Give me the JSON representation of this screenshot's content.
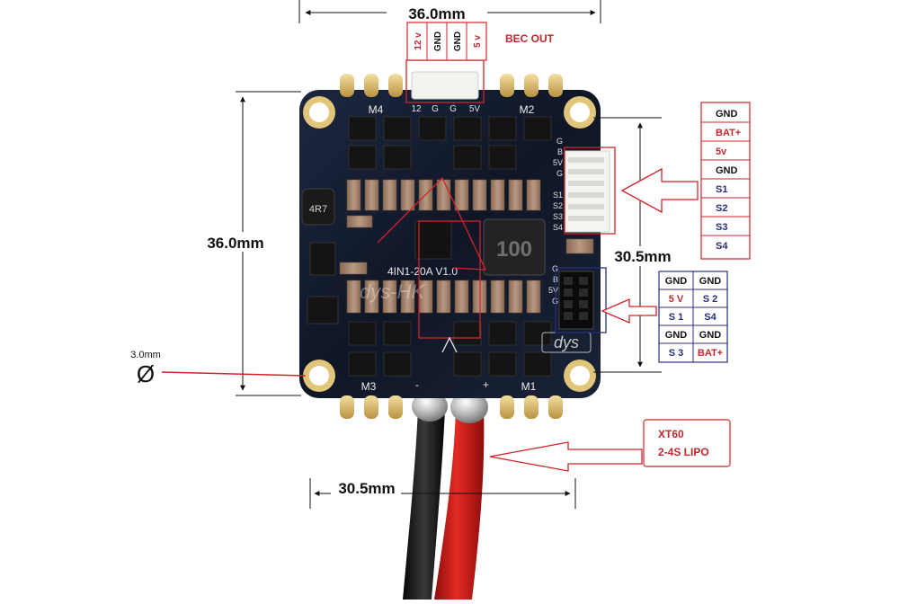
{
  "dimensions": {
    "top_width": "36.0mm",
    "left_height": "36.0mm",
    "right_height": "30.5mm",
    "bottom_width": "30.5mm",
    "hole_diameter": "3.0mm",
    "diameter_symbol": "Ø"
  },
  "bec": {
    "title": "BEC OUT",
    "pins": [
      "12 v",
      "GND",
      "GND",
      "5 v"
    ]
  },
  "side_connector": {
    "pins": [
      "GND",
      "BAT+",
      "5v",
      "GND",
      "S1",
      "S2",
      "S3",
      "S4"
    ]
  },
  "fc_connector": {
    "rows": [
      [
        "GND",
        "GND"
      ],
      [
        "5 V",
        "S 2"
      ],
      [
        "S 1",
        "S4"
      ],
      [
        "GND",
        "GND"
      ],
      [
        "S 3",
        "BAT+"
      ]
    ]
  },
  "battery": {
    "line1": "XT60",
    "line2": "2-4S LIPO"
  },
  "board": {
    "motor_labels": [
      "M4",
      "M2",
      "M3",
      "M1"
    ],
    "model_text": "4IN1-20A  V1.0",
    "brand_text": "dys",
    "watermark": "dys-HK",
    "inductor_text": "4R7",
    "big_inductor_text": "100",
    "silk_bec": [
      "12",
      "G",
      "G",
      "5V"
    ],
    "silk_side": [
      "G",
      "B",
      "5V",
      "G",
      "S1",
      "S2",
      "S3",
      "S4"
    ],
    "silk_fc": [
      "G",
      "B",
      "5V",
      "G"
    ],
    "silk_power": [
      "-",
      "+"
    ]
  },
  "colors": {
    "accent_red": "#c0282e",
    "navy": "#2b2f7a",
    "pcb": "#111a2a",
    "pad": "#d8b868"
  }
}
